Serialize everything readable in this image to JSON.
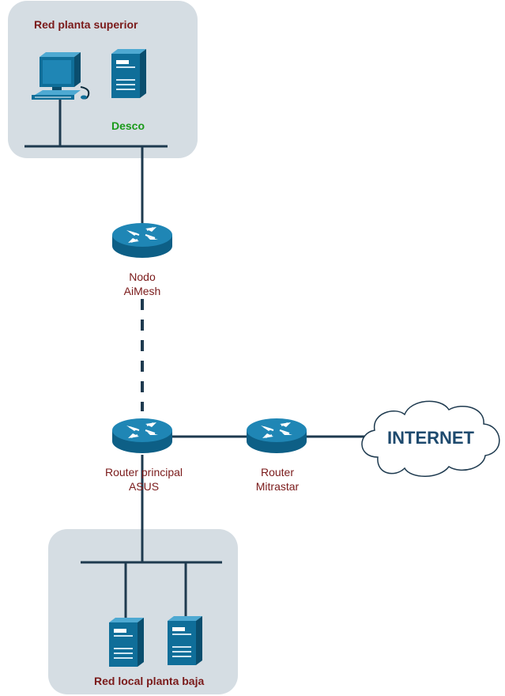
{
  "zones": {
    "upper": {
      "title": "Red planta superior"
    },
    "lower": {
      "title": "Red local planta baja"
    }
  },
  "devices": {
    "workstation": {
      "label": ""
    },
    "desktop_tower": {
      "label": "Desco"
    },
    "node": {
      "label_line1": "Nodo",
      "label_line2": "AiMesh"
    },
    "main_router": {
      "label_line1": "Router principal",
      "label_line2": "ASUS"
    },
    "isp_router": {
      "label_line1": "Router",
      "label_line2": "Mitrastar"
    },
    "internet": {
      "label": "INTERNET"
    }
  },
  "colors": {
    "zone_fill": "#d5dde3",
    "device": "#0f6e99",
    "line": "#1e3a4f",
    "label": "#7a1a1a",
    "highlight_label": "#1a9a1a"
  }
}
